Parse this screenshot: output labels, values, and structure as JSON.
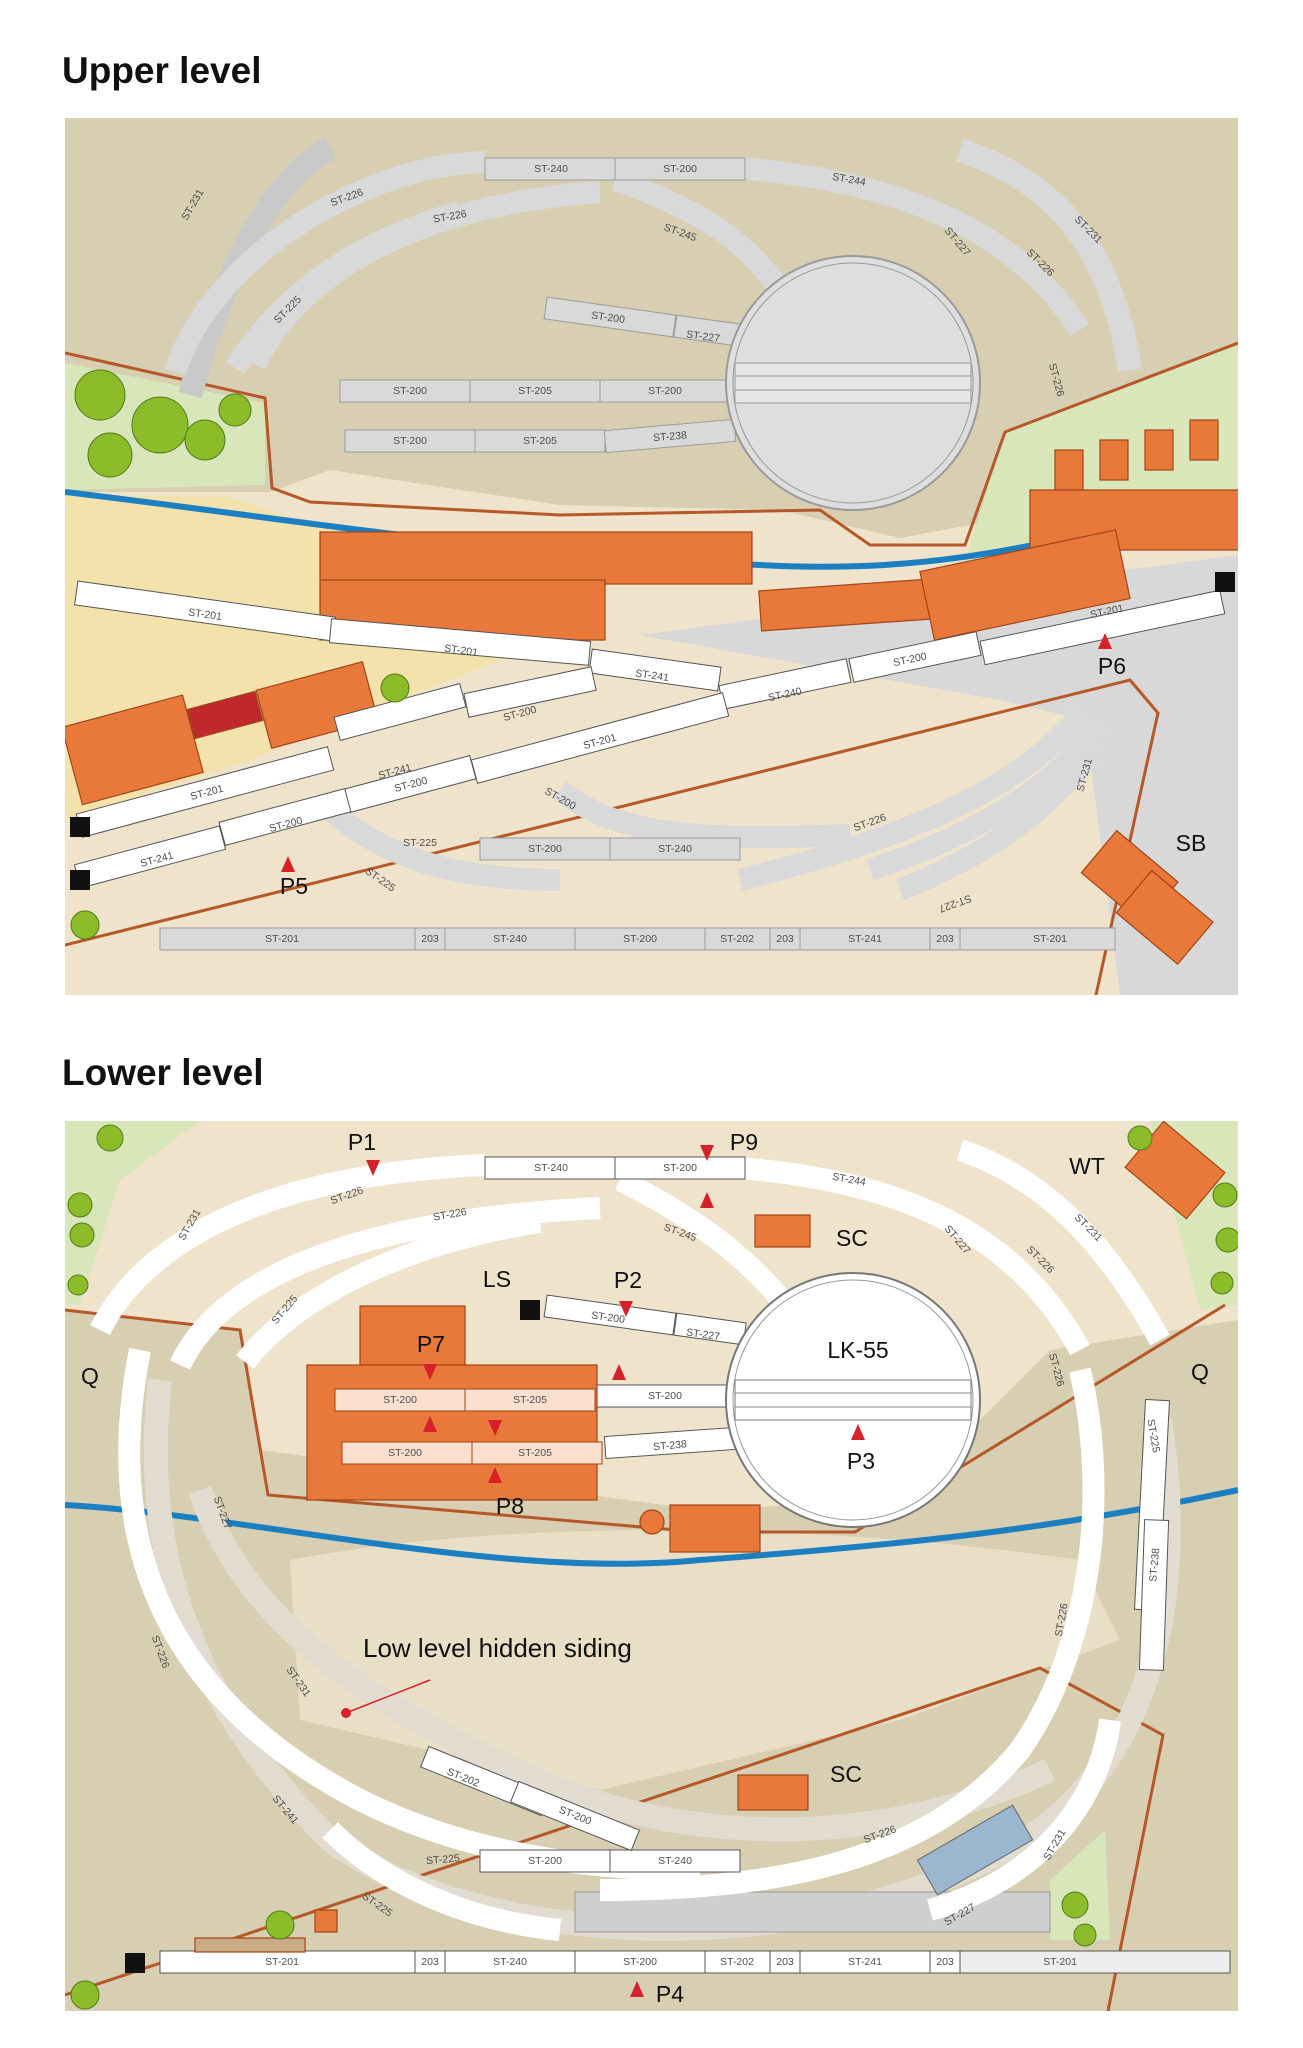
{
  "upper": {
    "heading": "Upper level",
    "pieces": [
      "ST-231",
      "ST-226",
      "ST-226",
      "ST-225",
      "ST-240",
      "ST-200",
      "ST-245",
      "ST-244",
      "ST-227",
      "ST-226",
      "ST-231",
      "ST-200",
      "ST-227",
      "ST-226",
      "ST-200",
      "ST-205",
      "ST-200",
      "ST-200",
      "ST-205",
      "ST-238",
      "ST-201",
      "ST-201",
      "ST-241",
      "ST-240",
      "ST-200",
      "ST-201",
      "ST-201",
      "ST-200",
      "ST-241",
      "ST-201",
      "ST-200",
      "ST-241",
      "ST-200",
      "ST-200",
      "ST-200",
      "ST-240",
      "ST-226",
      "ST-231",
      "ST-225",
      "ST-225",
      "ST-227",
      "ST-201",
      "203",
      "ST-240",
      "ST-200",
      "ST-202",
      "203",
      "ST-241",
      "203",
      "ST-201"
    ],
    "labels": {
      "p5": "P5",
      "p6": "P6",
      "sb": "SB"
    }
  },
  "lower": {
    "heading": "Lower level",
    "pieces": [
      "ST-231",
      "ST-226",
      "ST-226",
      "ST-225",
      "ST-240",
      "ST-200",
      "ST-245",
      "ST-244",
      "ST-227",
      "ST-226",
      "ST-231",
      "ST-200",
      "ST-227",
      "ST-226",
      "ST-200",
      "ST-205",
      "ST-200",
      "ST-200",
      "ST-205",
      "ST-238",
      "ST-225",
      "ST-238",
      "ST-226",
      "ST-227",
      "ST-226",
      "ST-231",
      "ST-202",
      "ST-200",
      "ST-241",
      "ST-225",
      "ST-200",
      "ST-240",
      "ST-226",
      "ST-231",
      "ST-227",
      "ST-225",
      "ST-201",
      "203",
      "ST-240",
      "ST-200",
      "ST-202",
      "203",
      "ST-241",
      "203",
      "ST-201"
    ],
    "labels": {
      "p1": "P1",
      "p9": "P9",
      "sc1": "SC",
      "wt": "WT",
      "ls": "LS",
      "p2": "P2",
      "lk55": "LK-55",
      "p7": "P7",
      "q_left": "Q",
      "q_right": "Q",
      "p3": "P3",
      "p8": "P8",
      "hidden_siding": "Low level hidden siding",
      "sc2": "SC",
      "p4": "P4"
    }
  },
  "colors": {
    "baseboard": "#d8ceb2",
    "ground": "#efe3cc",
    "grass": "#d9e6b9",
    "track_light": "#dcdcdc",
    "track_white": "#ffffff",
    "buildings": "#e8793a",
    "river": "#1c7fc2",
    "boundary": "#b5582a",
    "marker": "#d6202a"
  },
  "icons": [
    "tree-icon",
    "buffer-stop-icon",
    "turntable-icon",
    "marker-arrow-icon"
  ]
}
